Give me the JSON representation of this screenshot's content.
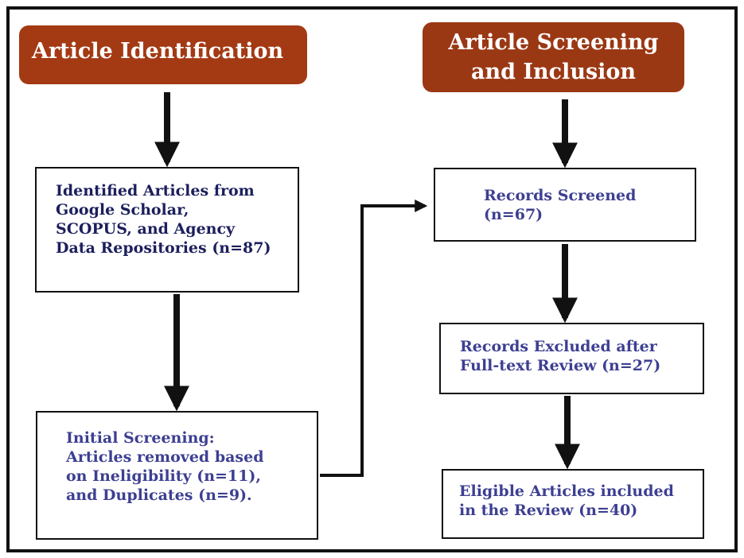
{
  "headers": {
    "identification": "Article Identification",
    "screening": [
      "Article Screening",
      "and Inclusion"
    ]
  },
  "boxes": {
    "identified": [
      "Identified Articles from",
      "Google Scholar,",
      "SCOPUS, and Agency",
      "Data Repositories (n=87)"
    ],
    "initial_screening": [
      "Initial Screening:",
      "Articles removed based",
      "on Ineligibility (n=11),",
      "and Duplicates (n=9)."
    ],
    "records_screened": [
      "Records Screened",
      "(n=67)"
    ],
    "records_excluded": [
      "Records Excluded after",
      "Full-text Review (n=27)"
    ],
    "eligible": [
      "Eligible Articles included",
      "in the Review (n=40)"
    ]
  },
  "colors": {
    "header_fill": "#a33a14",
    "dark_navy_text": "#1c1f5c",
    "blue_text": "#3d3f92",
    "border": "#111111"
  }
}
